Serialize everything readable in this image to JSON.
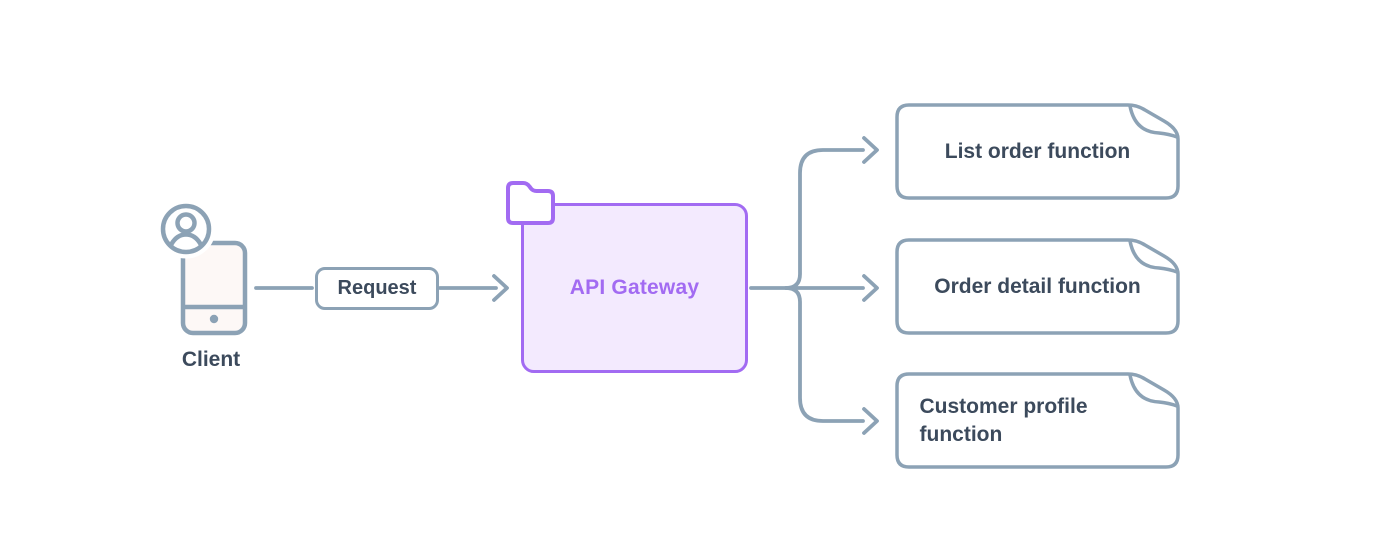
{
  "diagram": {
    "client": {
      "label": "Client",
      "icon": "smartphone-with-user-avatar"
    },
    "request_pill": {
      "label": "Request"
    },
    "gateway": {
      "label": "API Gateway",
      "icon": "folder"
    },
    "functions": [
      {
        "label": "List order function"
      },
      {
        "label": "Order detail function"
      },
      {
        "label": "Customer profile function"
      }
    ],
    "colors": {
      "connector": "#8CA2B5",
      "node_border": "#8CA2B5",
      "text_dark": "#3C4A5C",
      "accent_purple": "#A26BF2",
      "gateway_fill": "#F3EAFE",
      "phone_fill": "#FDF8F6",
      "background": "#FFFFFF"
    }
  }
}
